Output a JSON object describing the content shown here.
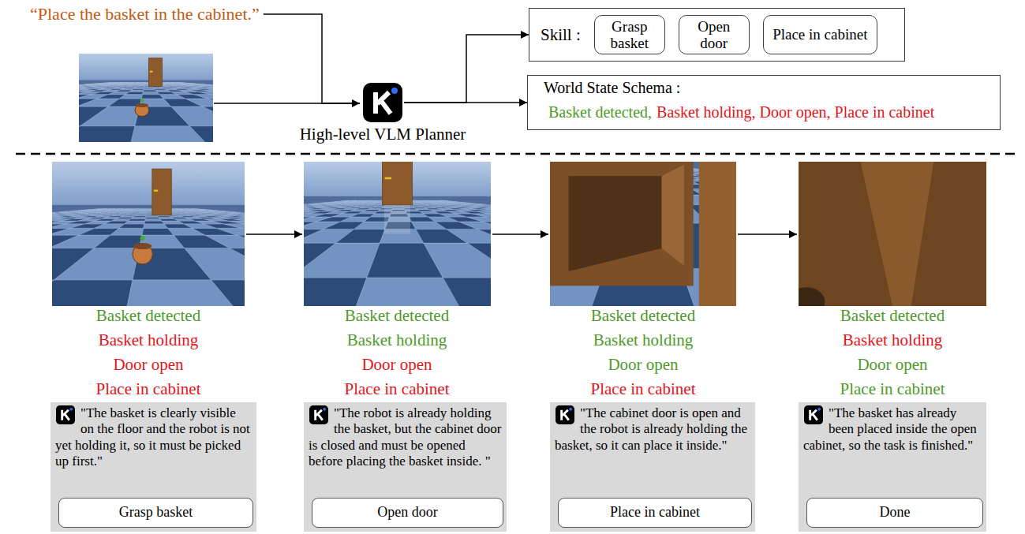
{
  "diagram": {
    "nodes": [
      {
        "text": [
          "High-level VLM Planner"
        ]
      },
      {
        "text": [
          "Skill :"
        ]
      },
      {
        "text": [
          "Grasp basket"
        ],
        "in": 1
      },
      {
        "text": [
          "Open door"
        ],
        "in": 1
      },
      {
        "text": [
          "Place in cabinet"
        ],
        "in": 1
      },
      {
        "text": [
          "World State Schema :",
          "Basket detected,",
          "Basket holding, Door open, Place in cabinet"
        ]
      },
      {
        "text": [
          "\"The basket is clearly visible on the floor and the robot is not yet holding it, so it must be picked up first.\""
        ]
      },
      {
        "text": [
          "Grasp basket"
        ],
        "in": 6
      },
      {
        "text": [
          "\"The robot is already holding the basket, but the cabinet door is closed and must be opened before placing the basket inside. \""
        ]
      },
      {
        "text": [
          "Open door"
        ],
        "in": 8
      },
      {
        "text": [
          "\"The cabinet door is open and the robot is already holding the basket, so it can place it inside.\""
        ]
      },
      {
        "text": [
          "Place in cabinet"
        ],
        "in": 10
      },
      {
        "text": [
          "\"The basket has already been placed inside the open cabinet, so the task is finished.\""
        ]
      },
      {
        "text": [
          "Done"
        ],
        "in": 12
      }
    ],
    "edges": [
      {
        "from": 0,
        "to": 1,
        "arrow": "to"
      },
      {
        "from": 0,
        "to": 5,
        "arrow": "to"
      }
    ],
    "labels": [
      "“Place the basket in the cabinet.”",
      "Basket detected",
      "Basket holding",
      "Door open",
      "Place in cabinet",
      "Basket detected",
      "Basket holding",
      "Door open",
      "Place in cabinet",
      "Basket detected",
      "Basket holding",
      "Door open",
      "Place in cabinet",
      "Basket detected",
      "Basket holding",
      "Door open",
      "Place in cabinet"
    ]
  }
}
